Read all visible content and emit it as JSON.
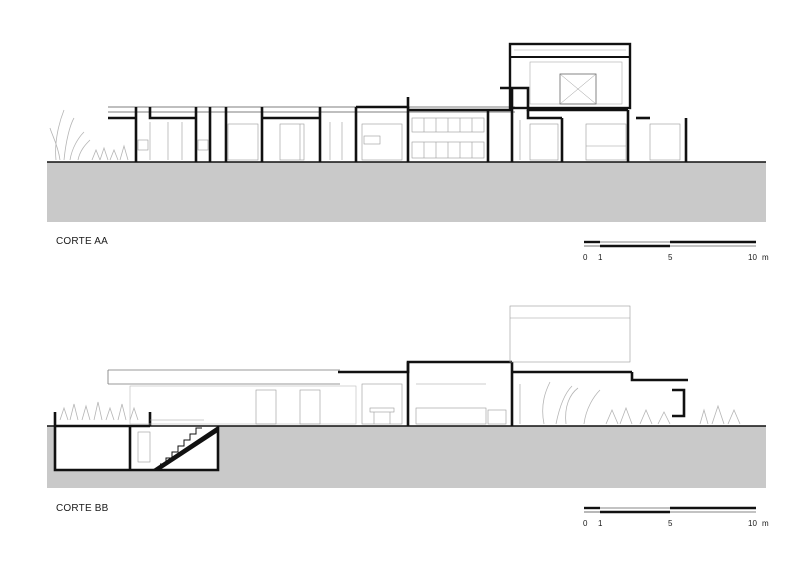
{
  "sections": [
    {
      "title": "CORTE AA"
    },
    {
      "title": "CORTE BB"
    }
  ],
  "scale_bar": {
    "ticks": [
      "0",
      "1",
      "5",
      "10"
    ],
    "unit": "m"
  },
  "colors": {
    "ground": "#c9c9c9",
    "wall": "#111111",
    "line": "#444444",
    "light_line": "#9a9a9a",
    "vegetation": "#b5b5b5"
  }
}
